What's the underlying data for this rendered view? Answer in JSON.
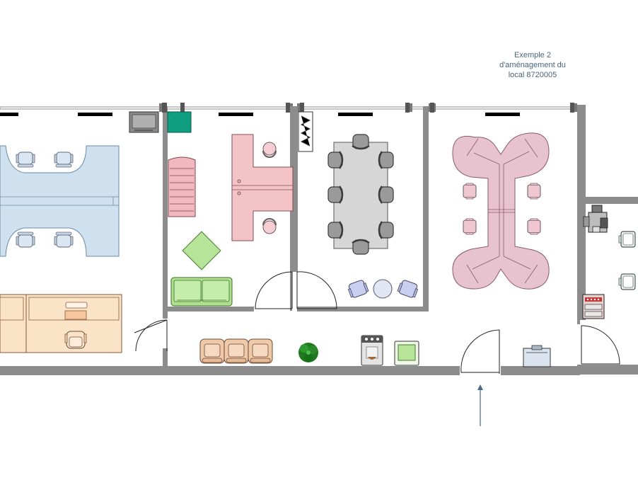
{
  "caption": {
    "line1": "Exemple 2",
    "line2": "d'aménagement du",
    "line3": "local 8720005"
  },
  "colors": {
    "wall": "#8c8c8c",
    "open_desks": "#cfe0ef",
    "private_desk": "#f2c4c8",
    "conference_table": "#d6d6d6",
    "bone_table": "#e6c3cf",
    "reception_desk": "#fbe3c8",
    "sofa": "#aee08d",
    "armchair": "#f0c9a8",
    "printer_teal": "#109e82",
    "entrance_arrow": "#4a6a86"
  }
}
